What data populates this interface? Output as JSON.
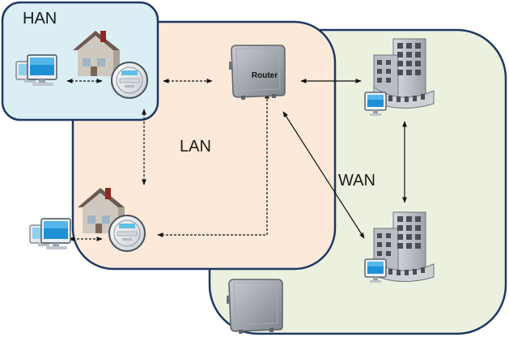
{
  "labels": {
    "han": "HAN",
    "lan": "LAN",
    "wan": "WAN",
    "router": "Router"
  },
  "colors": {
    "han_fill": "#daeef3",
    "lan_fill": "#fde9d9",
    "wan_fill": "#ebf1de",
    "border": "#1f3864"
  },
  "icons": [
    "desktop-computer-icon",
    "house-icon",
    "smart-meter-icon",
    "router-icon",
    "office-building-icon"
  ]
}
